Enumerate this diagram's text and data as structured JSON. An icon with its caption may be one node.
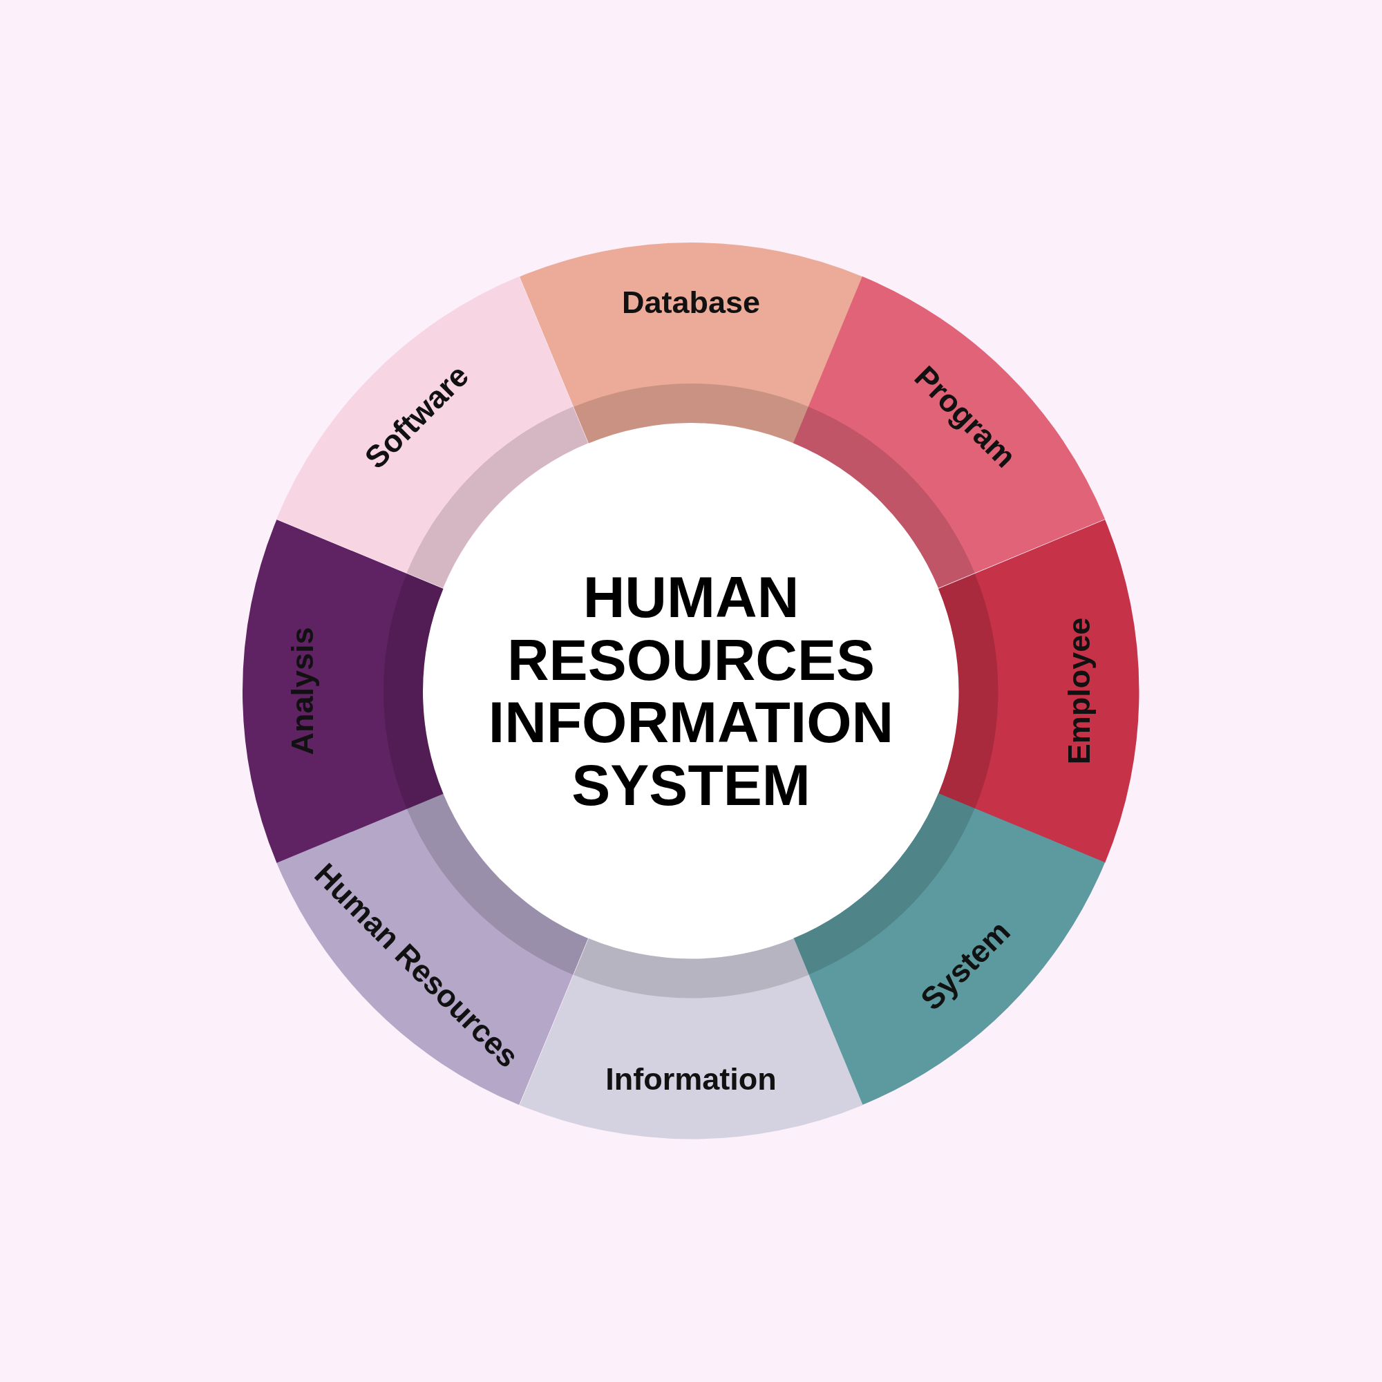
{
  "diagram": {
    "nodes": [
      {
        "text": [
          "HUMAN RESOURCES INFORMATION SYSTEM"
        ]
      },
      {
        "text": [
          "Database"
        ]
      },
      {
        "text": [
          "Program"
        ]
      },
      {
        "text": [
          "Employee"
        ]
      },
      {
        "text": [
          "System"
        ]
      },
      {
        "text": [
          "Information"
        ]
      },
      {
        "text": [
          "Human Resources"
        ]
      },
      {
        "text": [
          "Analysis"
        ]
      },
      {
        "text": [
          "Software"
        ]
      }
    ]
  }
}
